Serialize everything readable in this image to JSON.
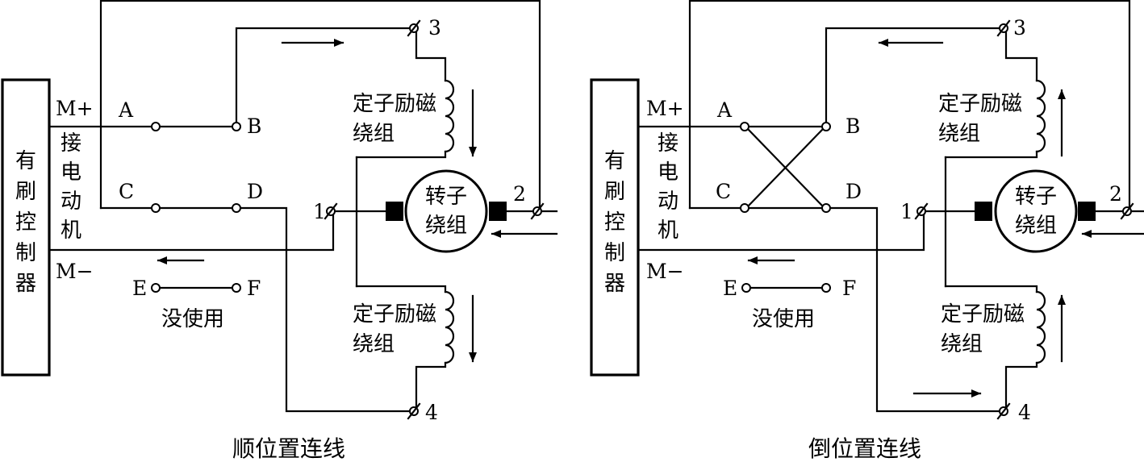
{
  "controller": {
    "label_chars": [
      "有",
      "刷",
      "控",
      "制",
      "器"
    ]
  },
  "motor_connect": {
    "label_chars": [
      "接",
      "电",
      "动",
      "机"
    ]
  },
  "ports": {
    "m_plus": "M+",
    "m_minus": "M−"
  },
  "terminals": {
    "A": "A",
    "B": "B",
    "C": "C",
    "D": "D",
    "E": "E",
    "F": "F"
  },
  "motor_terminals": {
    "t1": "1",
    "t2": "2",
    "t3": "3",
    "t4": "4"
  },
  "stator_winding": {
    "line1": "定子励磁",
    "line2": "绕组"
  },
  "rotor_winding": {
    "line1": "转子",
    "line2": "绕组"
  },
  "unused_label": "没使用",
  "captions": {
    "forward": "顺位置连线",
    "reverse": "倒位置连线"
  }
}
